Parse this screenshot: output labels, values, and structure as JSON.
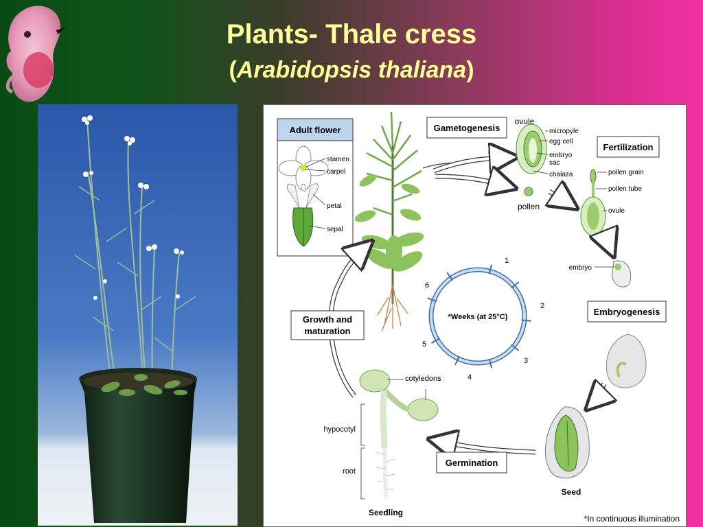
{
  "slide": {
    "title": "Plants- Thale cress",
    "subtitle_open": "(",
    "subtitle_italic": "Arabidopsis thaliana",
    "subtitle_close": ")"
  },
  "diagram": {
    "adult_flower": {
      "heading": "Adult flower",
      "labels": [
        "stamen",
        "carpel",
        "petal",
        "sepal"
      ]
    },
    "stage_boxes": {
      "gametogenesis": "Gametogenesis",
      "fertilization": "Fertilization",
      "embryogenesis": "Embryogenesis",
      "germination": "Germination",
      "growth_1": "Growth and",
      "growth_2": "maturation"
    },
    "ovule_labels": {
      "ovule": "ovule",
      "micropyle": "micropyle",
      "egg_cell": "egg cell",
      "embryo_sac_1": "embryo",
      "embryo_sac_2": "sac",
      "chalaza": "chalaza",
      "pollen": "pollen"
    },
    "fertilization_labels": {
      "pollen_grain": "pollen grain",
      "pollen_tube": "pollen tube",
      "ovule": "ovule"
    },
    "embryo_label": "embryo",
    "seed_label": "Seed",
    "seedling_labels": {
      "cotyledons": "cotyledons",
      "hypocotyl": "hypocotyl",
      "root": "root",
      "seedling": "Seedling"
    },
    "clock": {
      "center_label": "*Weeks (at 25°C)",
      "ticks": [
        "1",
        "2",
        "3",
        "4",
        "5",
        "6"
      ]
    },
    "footnote": "*In continuous illumination"
  }
}
